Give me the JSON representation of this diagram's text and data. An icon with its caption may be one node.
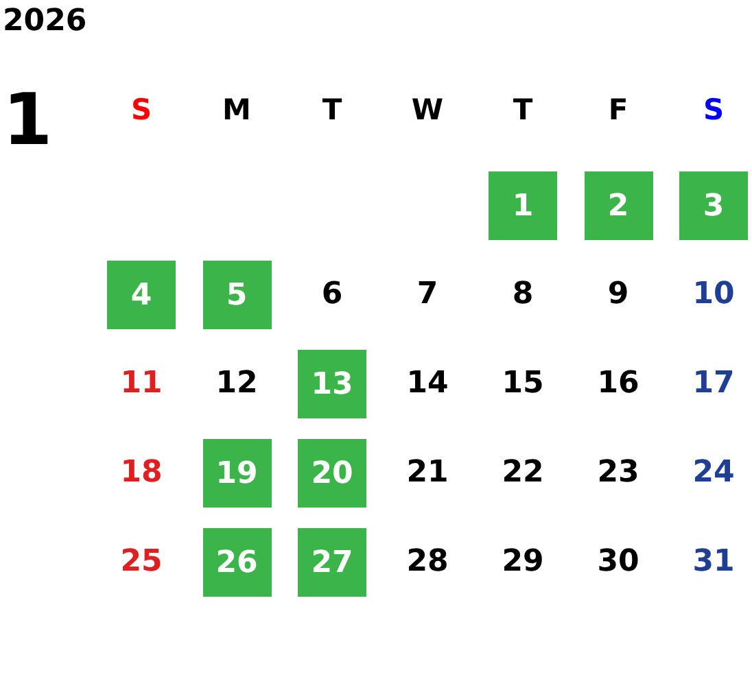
{
  "diagram": {
    "title": "2026",
    "nodes": [
      {
        "text": [
          "1"
        ]
      },
      {
        "text": [
          "2"
        ]
      },
      {
        "text": [
          "3"
        ]
      },
      {
        "text": [
          "4"
        ]
      },
      {
        "text": [
          "5"
        ]
      },
      {
        "text": [
          "13"
        ]
      },
      {
        "text": [
          "19"
        ]
      },
      {
        "text": [
          "20"
        ]
      },
      {
        "text": [
          "26"
        ]
      },
      {
        "text": [
          "27"
        ]
      }
    ],
    "labels": [
      "1",
      "S",
      "M",
      "T",
      "W",
      "T",
      "F",
      "S",
      "6",
      "7",
      "8",
      "9",
      "10",
      "11",
      "12",
      "14",
      "15",
      "16",
      "17",
      "18",
      "21",
      "22",
      "23",
      "24",
      "25",
      "28",
      "29",
      "30",
      "31"
    ]
  }
}
